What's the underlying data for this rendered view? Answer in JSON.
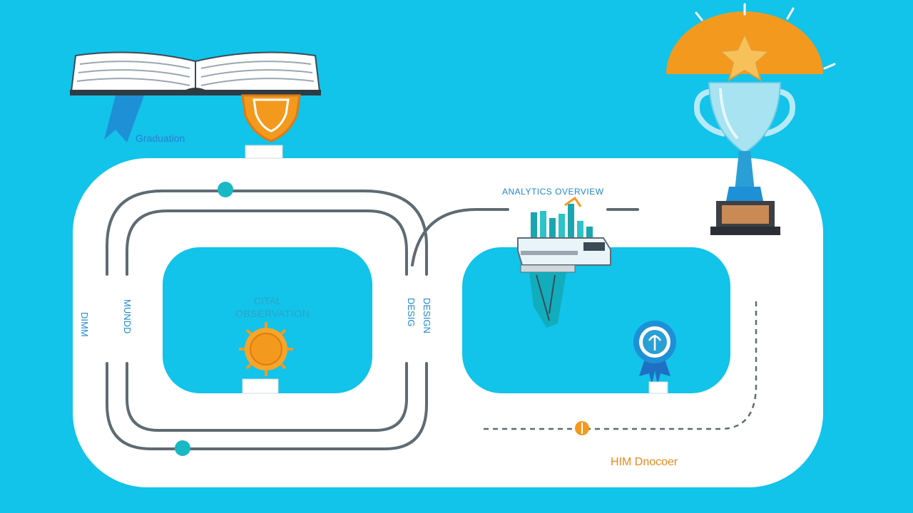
{
  "labels": {
    "book_caption": "Graduation",
    "top_center": "ANALYTICS OVERVIEW",
    "left_loop_center_line1": "CITAL",
    "left_loop_center_line2": "OBSERVATION",
    "left_vertical_1": "DIMM",
    "left_vertical_2": "MUNDD",
    "mid_vertical_1": "DESIG",
    "mid_vertical_2": "DESIGN",
    "bottom_right": "HIM Dnocoer"
  },
  "colors": {
    "background": "#12c3ea",
    "board": "#ffffff",
    "track": "#5f6b73",
    "accent_orange": "#f39a1e",
    "accent_teal": "#18b9c4",
    "accent_blue": "#1e90d6",
    "trophy_glass": "#a8e3f2"
  },
  "icons": [
    "open-book-icon",
    "ribbon-bookmark-icon",
    "shield-badge-icon",
    "trophy-icon",
    "star-icon",
    "bar-chart-icon",
    "printer-icon",
    "sun-medal-icon",
    "award-rosette-icon"
  ]
}
